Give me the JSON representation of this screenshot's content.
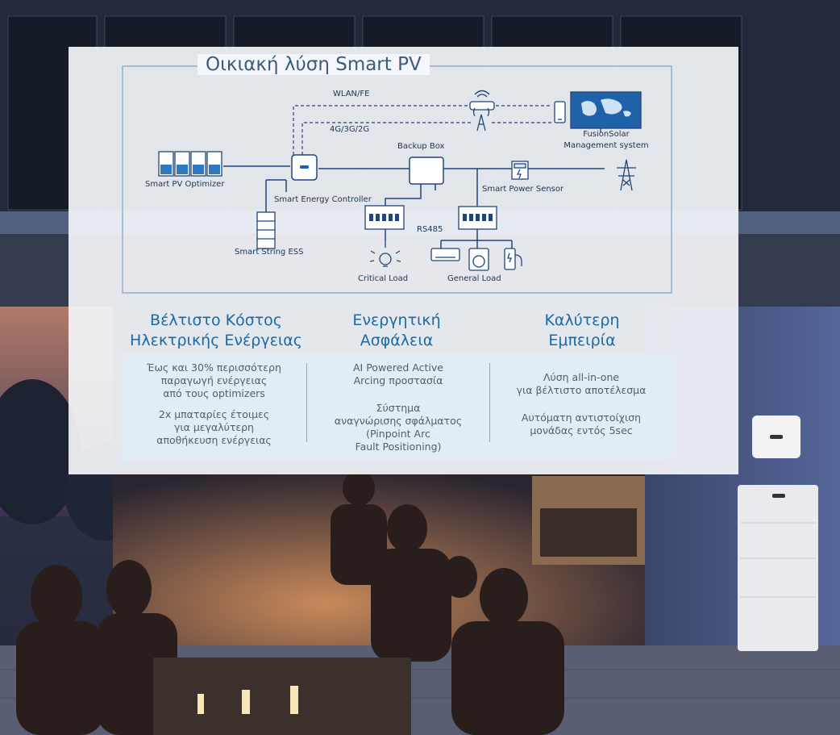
{
  "diagram": {
    "title": "Οικιακή λύση Smart PV",
    "labels": {
      "wlan": "WLAN/FE",
      "cellular": "4G/3G/2G",
      "fusion_solar_1": "FusionSolar",
      "fusion_solar_2": "Management system",
      "backup_box": "Backup Box",
      "smart_pv_optimizer": "Smart PV Optimizer",
      "smart_energy_controller": "Smart Energy Controller",
      "smart_power_sensor": "Smart Power Sensor",
      "rs485": "RS485",
      "smart_string_ess": "Smart String ESS",
      "critical_load": "Critical Load",
      "general_load": "General Load"
    }
  },
  "features": [
    {
      "heading_line1": "Βέλτιστο Κόστος",
      "heading_line2": "Ηλεκτρικής Ενέργειας",
      "para1": [
        "Έως και 30% περισσότερη",
        "παραγωγή ενέργειας",
        "από τους optimizers"
      ],
      "para2": [
        "2x μπαταρίες  έτοιμες",
        "για μεγαλύτερη",
        "αποθήκευση ενέργειας"
      ]
    },
    {
      "heading_line1": "Ενεργητική",
      "heading_line2": "Ασφάλεια",
      "para1": [
        "AI Powered Active",
        "Arcing προστασία"
      ],
      "para2": [
        "Σύστημα",
        "αναγνώρισης σφάλματος",
        "(Pinpoint Arc",
        "Fault Positioning)"
      ]
    },
    {
      "heading_line1": "Καλύτερη",
      "heading_line2": "Εμπειρία",
      "para1": [
        "Λύση all-in-one",
        "για βέλτιστο αποτέλεσμα"
      ],
      "para2": [
        "Αυτόματη αντιστοίχιση",
        "μονάδας εντός 5sec"
      ]
    }
  ],
  "colors": {
    "accent_blue": "#1a6aa7",
    "line_blue": "#21457a",
    "frame_blue": "#8fb0cf",
    "roof_dark": "#2a3448",
    "wall_blue": "#4a5a88"
  }
}
